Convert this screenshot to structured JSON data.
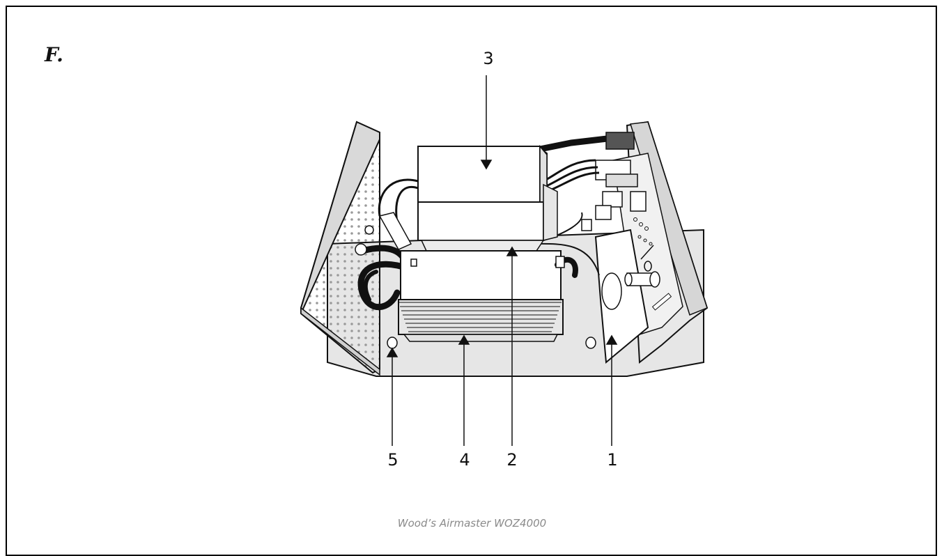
{
  "figure": {
    "label": "F.",
    "callouts": [
      {
        "id": "1",
        "text": "1"
      },
      {
        "id": "2",
        "text": "2"
      },
      {
        "id": "3",
        "text": "3"
      },
      {
        "id": "4",
        "text": "4"
      },
      {
        "id": "5",
        "text": "5"
      }
    ]
  },
  "footer": {
    "text": "Wood’s Airmaster WOZ4000"
  },
  "colors": {
    "line": "#111111",
    "panel": "#e3e3e3",
    "face": "#ffffff",
    "shade": "#cfcfcf"
  }
}
